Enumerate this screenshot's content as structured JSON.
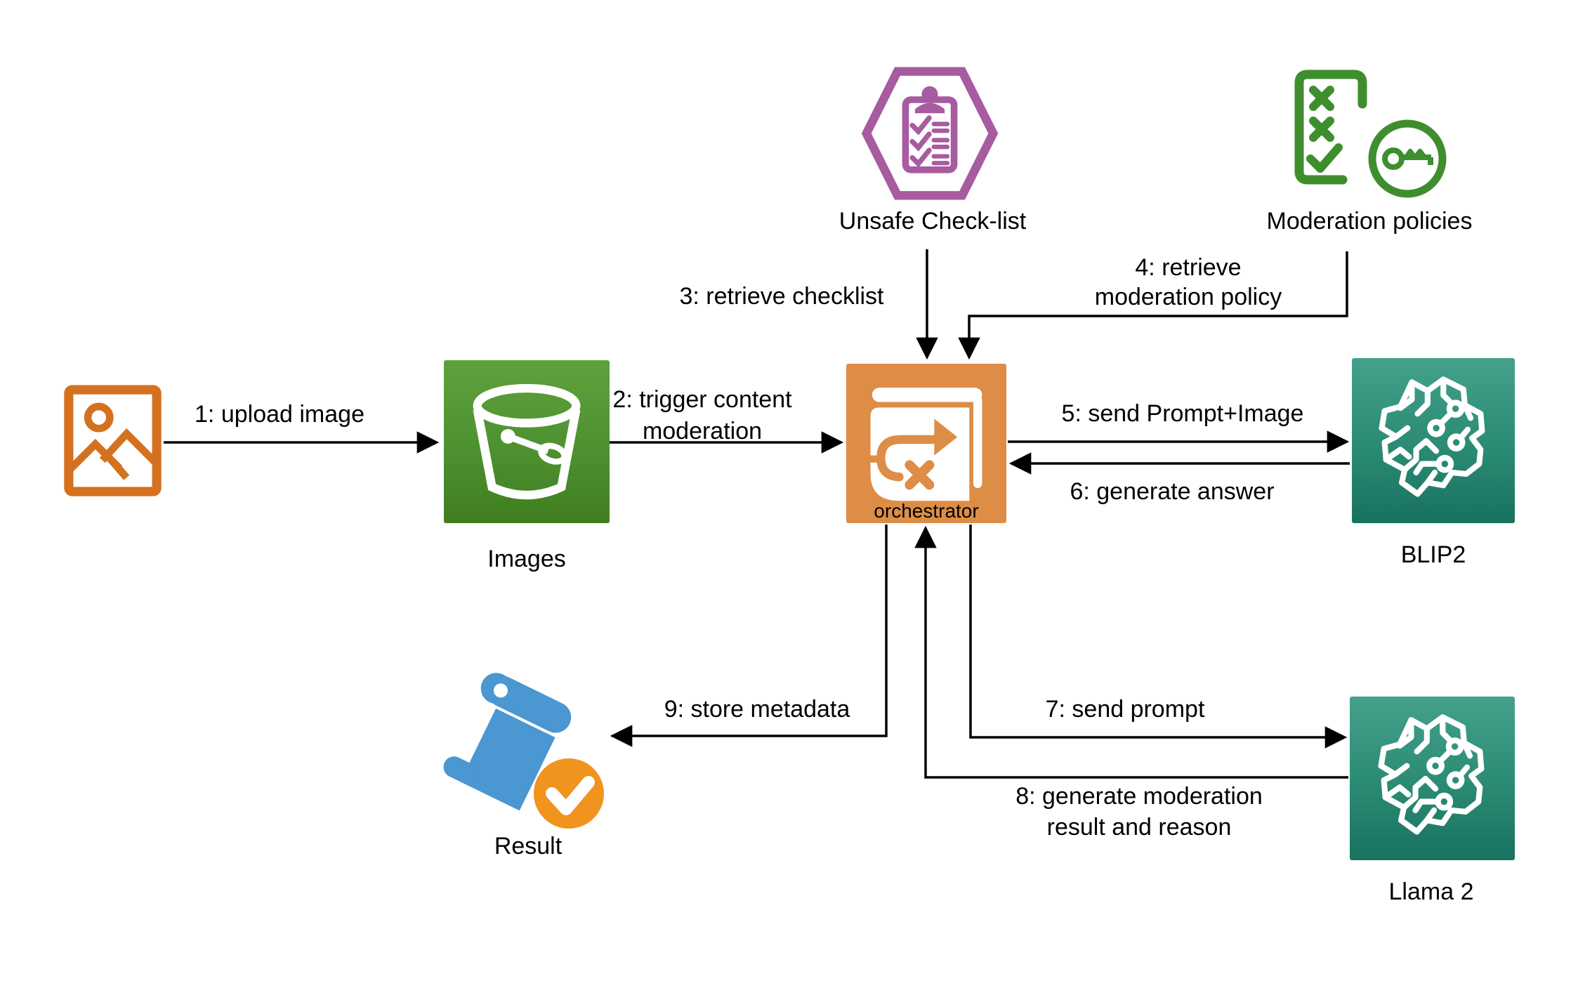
{
  "diagram": {
    "nodes": {
      "images": {
        "label": "Images"
      },
      "orchestrator": {
        "label": "orchestrator"
      },
      "blip2": {
        "label": "BLIP2"
      },
      "llama2": {
        "label": "Llama 2"
      },
      "unsafe_checklist": {
        "label": "Unsafe Check-list"
      },
      "moderation_policies": {
        "label": "Moderation policies"
      },
      "result": {
        "label": "Result"
      }
    },
    "edges": [
      {
        "label": "1: upload image"
      },
      {
        "label": "2: trigger content\nmoderation"
      },
      {
        "label": "3: retrieve checklist"
      },
      {
        "label": "4: retrieve\nmoderation policy"
      },
      {
        "label": "5: send Prompt+Image"
      },
      {
        "label": "6: generate answer"
      },
      {
        "label": "7: send prompt"
      },
      {
        "label": "8: generate moderation\nresult and reason"
      },
      {
        "label": "9: store metadata"
      }
    ],
    "colors": {
      "s3_green_top": "#5fa13c",
      "s3_green_bottom": "#3f7d1f",
      "orchestrator_orange": "#dd8d46",
      "ml_teal_top": "#43a18c",
      "ml_teal_bottom": "#17725f",
      "checklist_purple": "#a75ba0",
      "policy_green": "#3f8e2e",
      "scroll_blue": "#4a97d2",
      "badge_orange": "#f0931f",
      "image_icon_orange": "#d4711f",
      "connector": "#000000"
    }
  }
}
